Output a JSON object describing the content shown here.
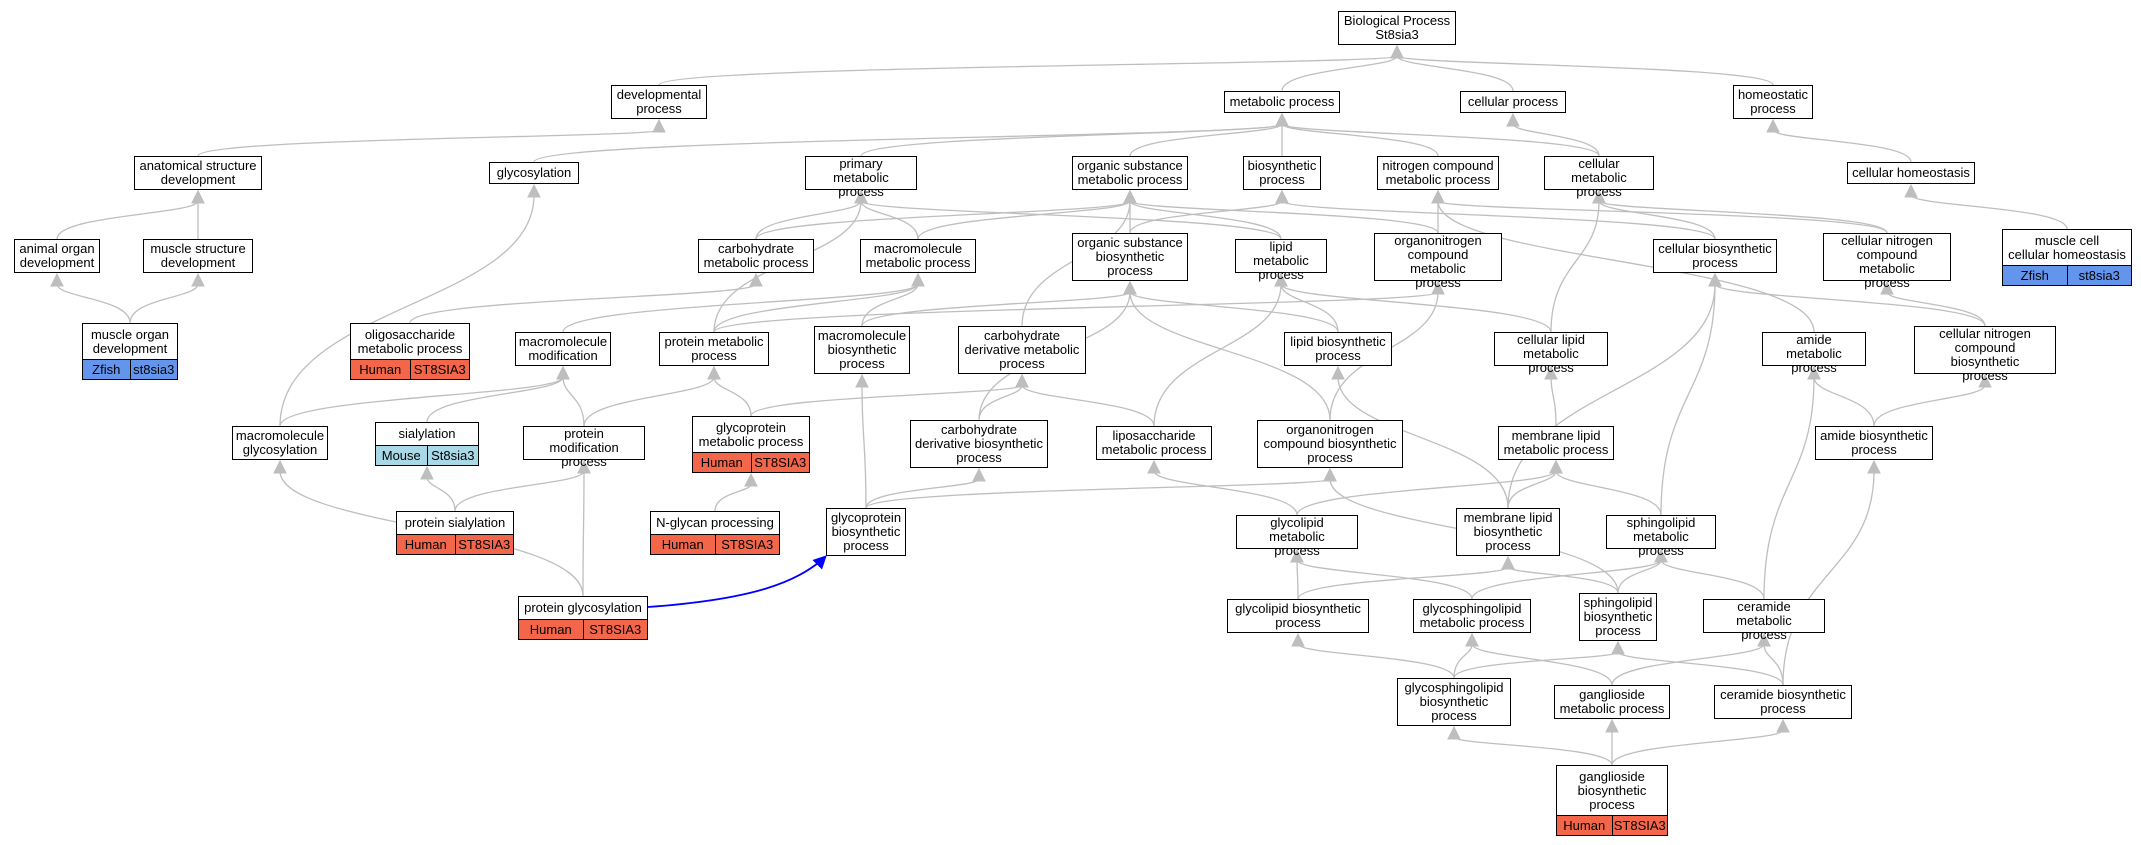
{
  "colors": {
    "human": "#F4664A",
    "mouse": "#A9D8E6",
    "zfish": "#6495ED",
    "edge": "#BEBEBE",
    "highlight": "#0000FF"
  },
  "nodes": {
    "bp": {
      "label": "Biological Process\nSt8sia3"
    },
    "dev": {
      "label": "developmental\nprocess"
    },
    "met": {
      "label": "metabolic process"
    },
    "cell": {
      "label": "cellular process"
    },
    "homeo": {
      "label": "homeostatic\nprocess"
    },
    "anat": {
      "label": "anatomical structure\ndevelopment"
    },
    "glyc": {
      "label": "glycosylation"
    },
    "prim": {
      "label": "primary metabolic\nprocess"
    },
    "orgsub": {
      "label": "organic substance\nmetabolic process"
    },
    "bios": {
      "label": "biosynthetic\nprocess"
    },
    "nitro": {
      "label": "nitrogen compound\nmetabolic process"
    },
    "cellmet": {
      "label": "cellular metabolic\nprocess"
    },
    "cellhom": {
      "label": "cellular homeostasis"
    },
    "animorg": {
      "label": "animal organ\ndevelopment"
    },
    "muscstr": {
      "label": "muscle structure\ndevelopment"
    },
    "carbmet": {
      "label": "carbohydrate\nmetabolic process"
    },
    "macmet": {
      "label": "macromolecule\nmetabolic process"
    },
    "orgbios": {
      "label": "organic substance\nbiosynthetic\nprocess"
    },
    "lipmet": {
      "label": "lipid metabolic\nprocess"
    },
    "orgnitmet": {
      "label": "organonitrogen\ncompound metabolic\nprocess"
    },
    "cellbios": {
      "label": "cellular biosynthetic\nprocess"
    },
    "cellnitmet": {
      "label": "cellular nitrogen\ncompound metabolic\nprocess"
    },
    "musccellhom": {
      "label": "muscle cell\ncellular homeostasis",
      "ann": [
        "Zfish",
        "st8sia3"
      ]
    },
    "muscorg": {
      "label": "muscle organ\ndevelopment",
      "ann": [
        "Zfish",
        "st8sia3"
      ]
    },
    "oligo": {
      "label": "oligosaccharide\nmetabolic process",
      "ann": [
        "Human",
        "ST8SIA3"
      ]
    },
    "macmod": {
      "label": "macromolecule\nmodification"
    },
    "protmet": {
      "label": "protein metabolic\nprocess"
    },
    "macbios": {
      "label": "macromolecule\nbiosynthetic\nprocess"
    },
    "carbderiv": {
      "label": "carbohydrate\nderivative metabolic\nprocess"
    },
    "lipbios": {
      "label": "lipid biosynthetic\nprocess"
    },
    "celllip": {
      "label": "cellular lipid\nmetabolic process"
    },
    "amidemet": {
      "label": "amide metabolic\nprocess"
    },
    "cellnitbios": {
      "label": "cellular nitrogen\ncompound biosynthetic\nprocess"
    },
    "macglyc": {
      "label": "macromolecule\nglycosylation"
    },
    "sial": {
      "label": "sialylation",
      "ann": [
        "Mouse",
        "St8sia3"
      ]
    },
    "protmod": {
      "label": "protein modification\nprocess"
    },
    "glycoprotmet": {
      "label": "glycoprotein\nmetabolic process",
      "ann": [
        "Human",
        "ST8SIA3"
      ]
    },
    "carbderivbios": {
      "label": "carbohydrate\nderivative biosynthetic\nprocess"
    },
    "liposac": {
      "label": "liposaccharide\nmetabolic process"
    },
    "orgnitbios": {
      "label": "organonitrogen\ncompound biosynthetic\nprocess"
    },
    "memlipmet": {
      "label": "membrane lipid\nmetabolic process"
    },
    "amidebios": {
      "label": "amide biosynthetic\nprocess"
    },
    "protsial": {
      "label": "protein sialylation",
      "ann": [
        "Human",
        "ST8SIA3"
      ]
    },
    "nglycan": {
      "label": "N-glycan processing",
      "ann": [
        "Human",
        "ST8SIA3"
      ]
    },
    "glycoprotbios": {
      "label": "glycoprotein\nbiosynthetic\nprocess"
    },
    "glycolipmet": {
      "label": "glycolipid metabolic\nprocess"
    },
    "memlipbios": {
      "label": "membrane lipid\nbiosynthetic\nprocess"
    },
    "sphingomet": {
      "label": "sphingolipid\nmetabolic process"
    },
    "protglyc": {
      "label": "protein glycosylation",
      "ann": [
        "Human",
        "ST8SIA3"
      ]
    },
    "glycolipbios": {
      "label": "glycolipid biosynthetic\nprocess"
    },
    "glycosphmet": {
      "label": "glycosphingolipid\nmetabolic process"
    },
    "sphingobios": {
      "label": "sphingolipid\nbiosynthetic\nprocess"
    },
    "ceramet": {
      "label": "ceramide metabolic\nprocess"
    },
    "glycosphbios": {
      "label": "glycosphingolipid\nbiosynthetic\nprocess"
    },
    "gangmet": {
      "label": "ganglioside\nmetabolic process"
    },
    "cerabios": {
      "label": "ceramide biosynthetic\nprocess"
    },
    "gangbios": {
      "label": "ganglioside\nbiosynthetic\nprocess",
      "ann": [
        "Human",
        "ST8SIA3"
      ]
    }
  }
}
